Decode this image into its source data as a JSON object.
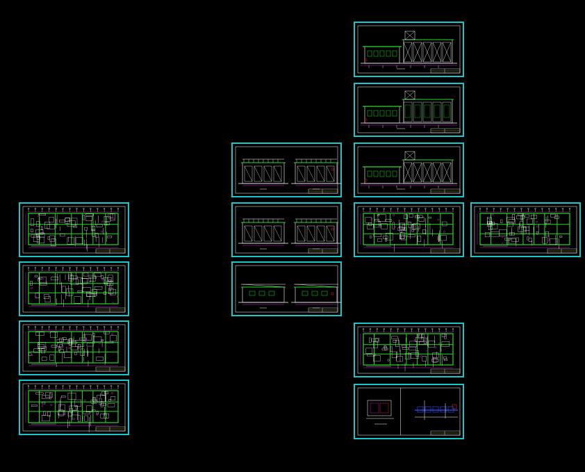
{
  "viewport": {
    "background": "#000000",
    "colors": {
      "sheet_border": "#18c8c8",
      "frame_line": "#ffffff",
      "wall": "#22dd22",
      "dimension": "#d020d0",
      "detail": "#ffffff",
      "accent_blue": "#3050ff",
      "accent_red": "#ff3030",
      "accent_yellow": "#e0e020"
    }
  },
  "sheets": [
    {
      "id": "elevation-top",
      "kind": "elevation"
    },
    {
      "id": "elevation-2",
      "kind": "elevation"
    },
    {
      "id": "elevation-3",
      "kind": "elevation"
    },
    {
      "id": "section-a",
      "kind": "section-pair"
    },
    {
      "id": "section-b",
      "kind": "section-pair"
    },
    {
      "id": "section-c",
      "kind": "section-pair-small"
    },
    {
      "id": "plan-right-1",
      "kind": "plan"
    },
    {
      "id": "plan-far-right",
      "kind": "plan"
    },
    {
      "id": "plan-right-2",
      "kind": "plan"
    },
    {
      "id": "detail-bottom-right",
      "kind": "detail"
    },
    {
      "id": "plan-left-1",
      "kind": "plan"
    },
    {
      "id": "plan-left-2",
      "kind": "plan"
    },
    {
      "id": "plan-left-3",
      "kind": "plan"
    },
    {
      "id": "plan-left-4",
      "kind": "plan"
    }
  ]
}
